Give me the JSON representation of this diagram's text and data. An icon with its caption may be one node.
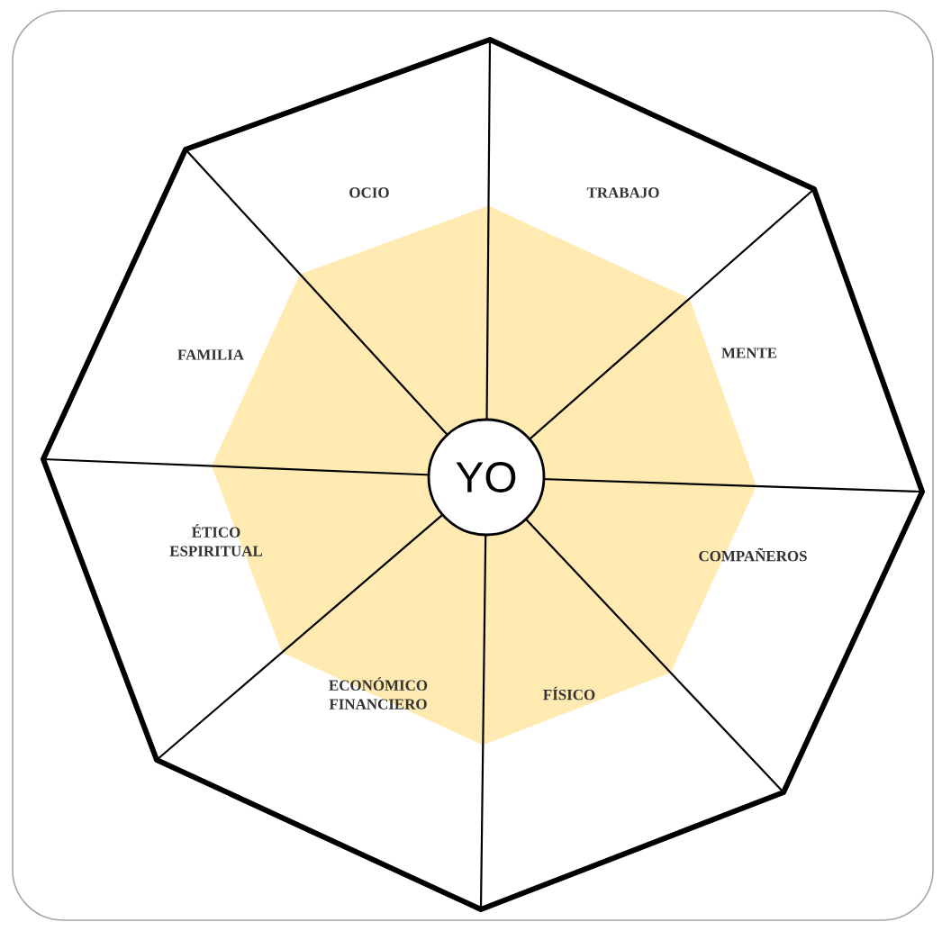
{
  "diagram": {
    "nodes": [
      {
        "text": [
          "OCIO"
        ]
      },
      {
        "text": [
          "TRABAJO"
        ]
      },
      {
        "text": [
          "FAMILIA"
        ]
      },
      {
        "text": [
          "MENTE"
        ]
      },
      {
        "text": [
          "YO"
        ]
      },
      {
        "text": [
          "ÉTICO ESPIRITUAL"
        ]
      },
      {
        "text": [
          "COMPAÑEROS"
        ]
      },
      {
        "text": [
          "ECONÓMICO FINANCIERO"
        ]
      },
      {
        "text": [
          "FÍSICO"
        ]
      }
    ]
  }
}
